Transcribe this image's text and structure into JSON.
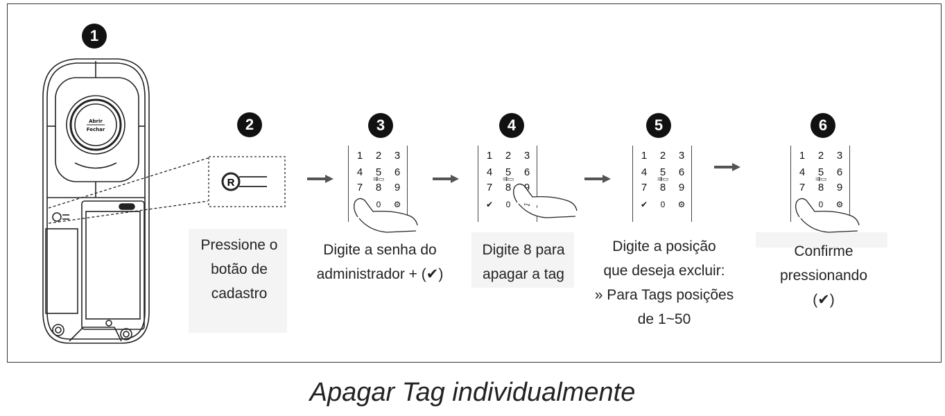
{
  "steps": [
    {
      "number": "1"
    },
    {
      "number": "2",
      "lines": [
        "Pressione o",
        "botão de",
        "cadastro"
      ]
    },
    {
      "number": "3",
      "lines": [
        "Digite a senha do",
        "administrador + (✔)"
      ]
    },
    {
      "number": "4",
      "lines": [
        "Digite 8 para",
        "apagar a tag"
      ]
    },
    {
      "number": "5",
      "lines": [
        "Digite a posição",
        "que deseja excluir:",
        "» Para Tags posições",
        "de 1~50"
      ]
    },
    {
      "number": "6",
      "lines": [
        "Confirme",
        "pressionando",
        "(✔)"
      ]
    }
  ],
  "device": {
    "button_open": "Abrir",
    "button_close": "Fechar"
  },
  "keypad": {
    "keys": [
      "1",
      "2",
      "3",
      "4",
      "5",
      "6",
      "7",
      "8",
      "9",
      "✔",
      "0",
      "⚙"
    ]
  },
  "title": "Apagar Tag individualmente"
}
